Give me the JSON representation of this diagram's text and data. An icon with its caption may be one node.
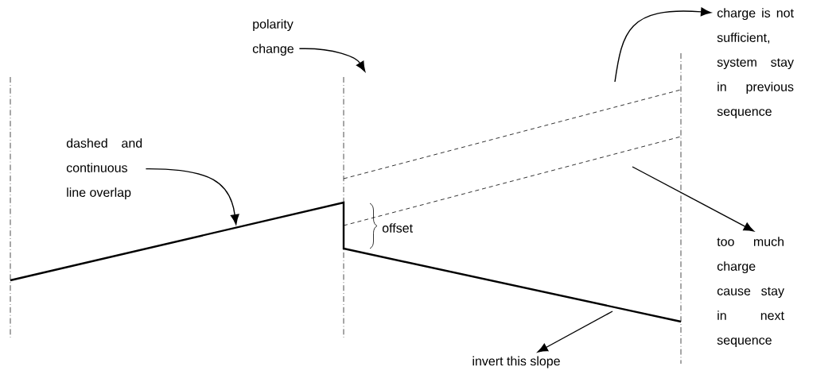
{
  "diagram": {
    "nodes": [
      {
        "text": [
          "polarity change"
        ]
      },
      {
        "text": [
          "dashed and continuous line overlap"
        ]
      },
      {
        "text": [
          "charge is not sufficient, system stay in previous sequence"
        ]
      },
      {
        "text": [
          "too much charge cause stay in next sequence"
        ]
      },
      {
        "text": [
          "invert this slope"
        ]
      }
    ],
    "edges": [
      {
        "from": 0,
        "to": null,
        "arrow": "to"
      },
      {
        "from": 1,
        "to": null,
        "arrow": "to"
      },
      {
        "from": null,
        "to": 2,
        "arrow": "to"
      },
      {
        "from": null,
        "to": 3,
        "arrow": "to"
      },
      {
        "from": null,
        "to": 4,
        "arrow": "to"
      }
    ],
    "labels": [
      "offset"
    ]
  }
}
